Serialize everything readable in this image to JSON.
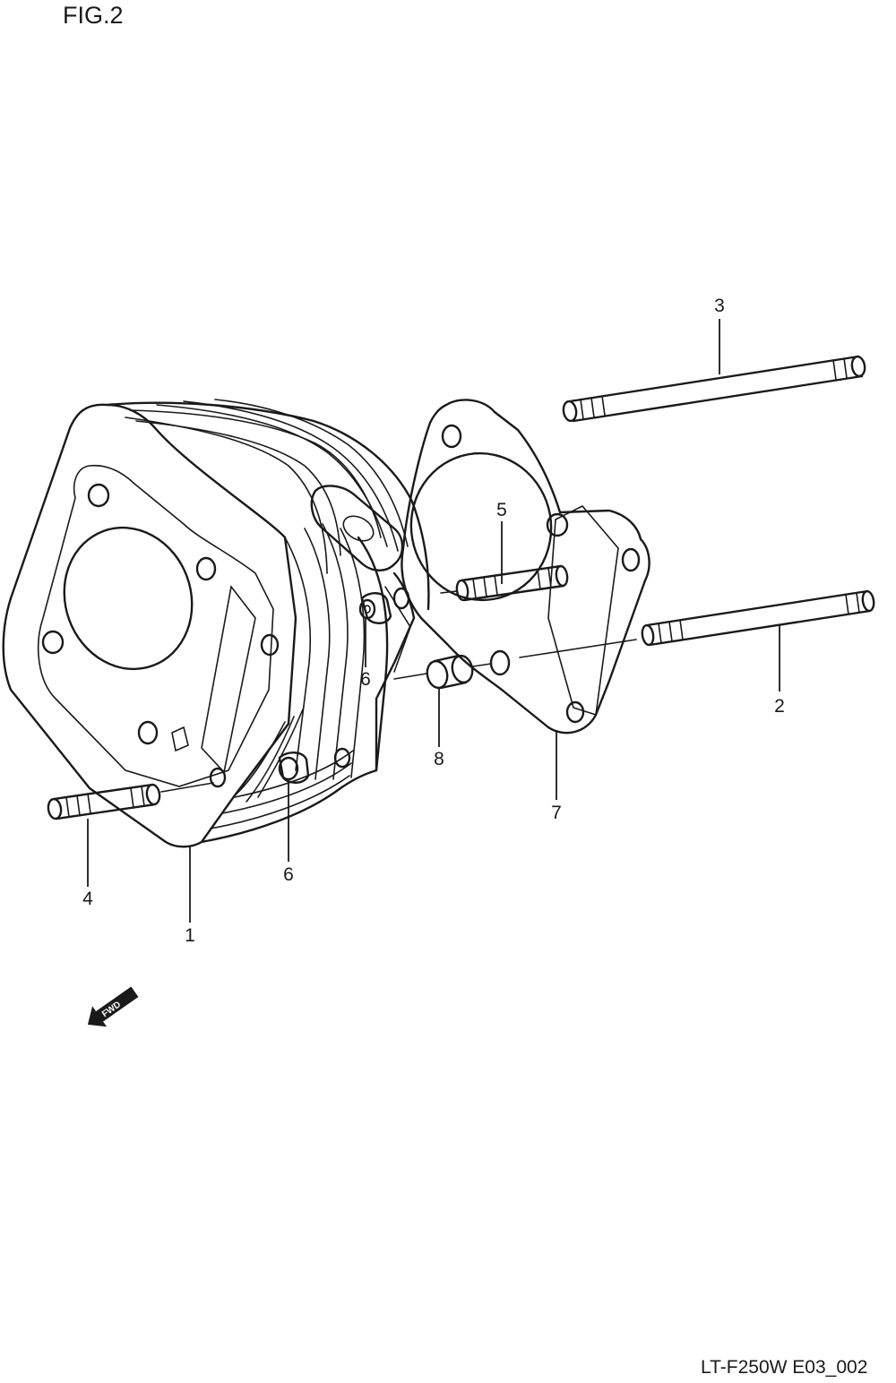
{
  "figure_title": "FIG.2",
  "drawing_code": "LT-F250W E03_002",
  "fwd_label": "FWD",
  "callouts": {
    "cylinder": "1",
    "long_stud_lower": "2",
    "long_stud_upper": "3",
    "front_stud": "4",
    "short_stud": "5",
    "dowel_upper": "6",
    "dowel_lower": "6",
    "gasket": "7",
    "pin": "8"
  },
  "line_color": "#1a1a1a"
}
